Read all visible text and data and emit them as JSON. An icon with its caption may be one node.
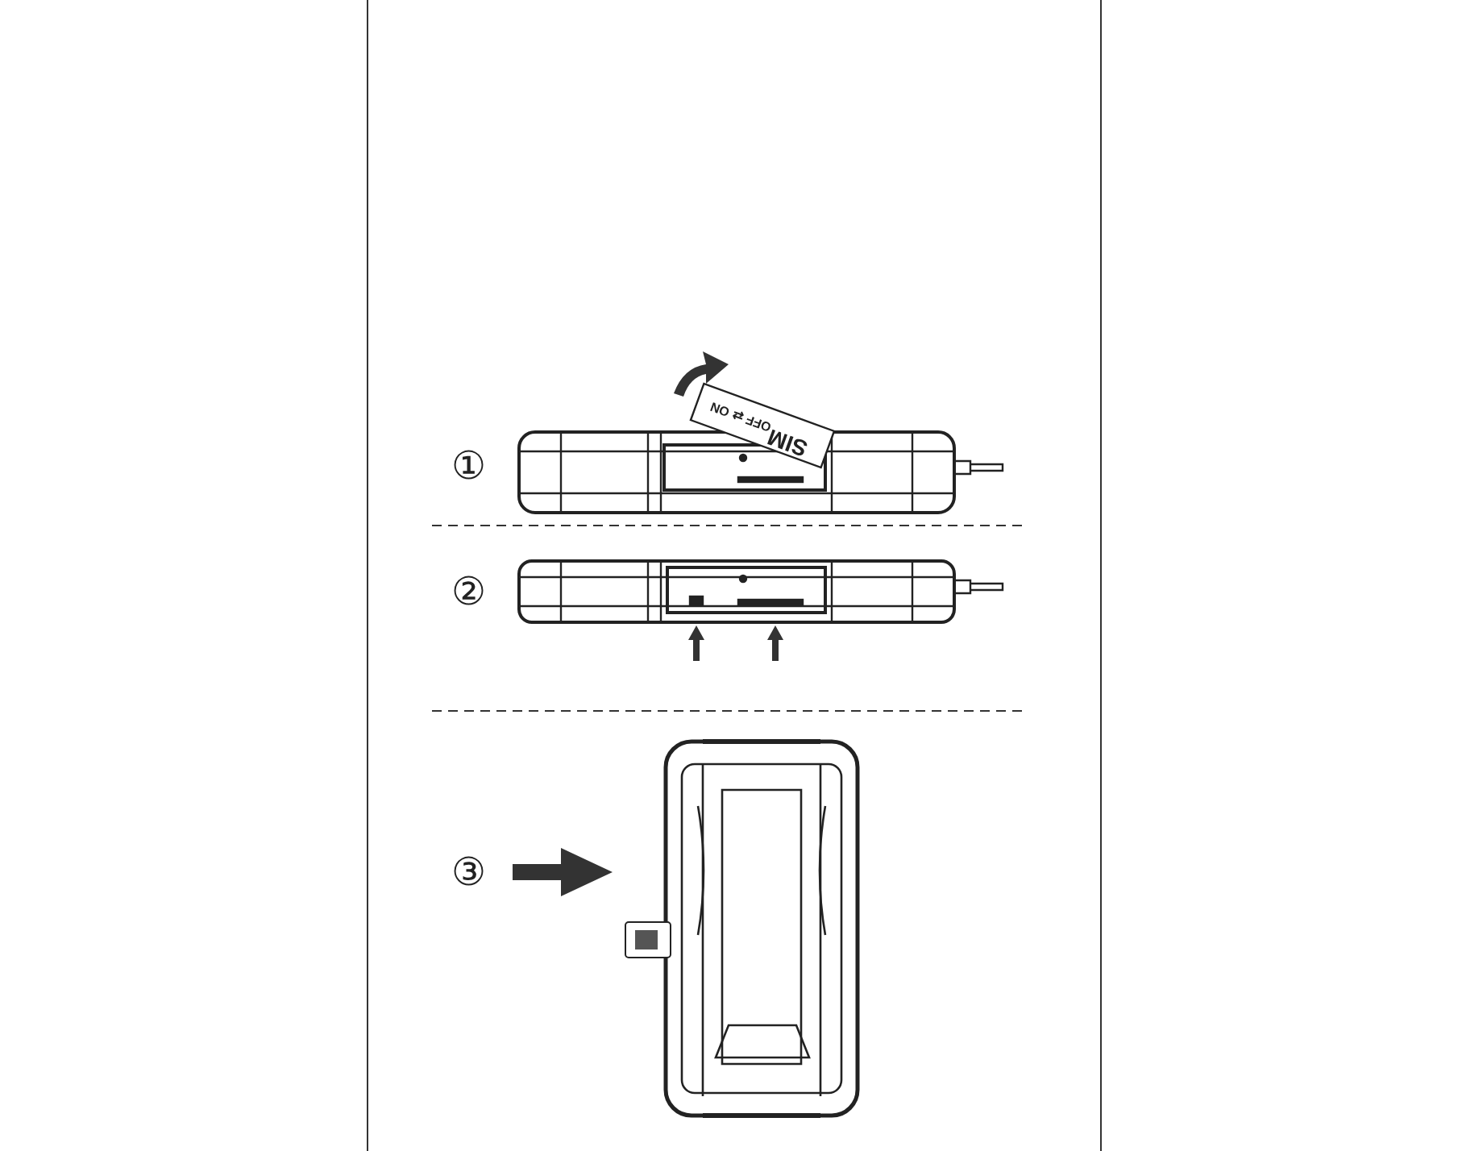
{
  "diagram": {
    "labels": [
      "①",
      "OFF ⇄ ON",
      "SIM",
      "②",
      "③"
    ]
  }
}
